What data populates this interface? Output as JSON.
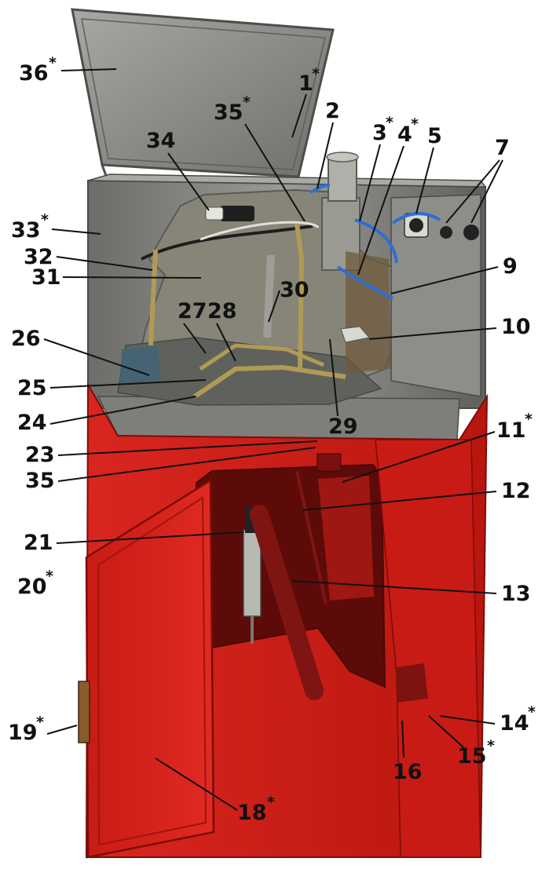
{
  "colors": {
    "cabinet_red": "#cf1f1a",
    "cabinet_dark_red": "#8e120f",
    "steel": "#8a8a86",
    "steel_dark": "#5e5f5c",
    "interior": "#86857d",
    "brass": "#b8a054",
    "blue_hose": "#2c6fd6",
    "label": "#111111"
  },
  "callouts": [
    {
      "num": "36",
      "star": "*"
    },
    {
      "num": "1",
      "star": "*"
    },
    {
      "num": "35",
      "star": "*"
    },
    {
      "num": "34",
      "star": ""
    },
    {
      "num": "2",
      "star": ""
    },
    {
      "num": "3",
      "star": "*"
    },
    {
      "num": "4",
      "star": "*"
    },
    {
      "num": "5",
      "star": ""
    },
    {
      "num": "7",
      "star": ""
    },
    {
      "num": "33",
      "star": "*"
    },
    {
      "num": "32",
      "star": ""
    },
    {
      "num": "9",
      "star": ""
    },
    {
      "num": "31",
      "star": ""
    },
    {
      "num": "30",
      "star": ""
    },
    {
      "num": "27",
      "star": ""
    },
    {
      "num": "28",
      "star": ""
    },
    {
      "num": "10",
      "star": ""
    },
    {
      "num": "26",
      "star": ""
    },
    {
      "num": "25",
      "star": ""
    },
    {
      "num": "24",
      "star": ""
    },
    {
      "num": "29",
      "star": ""
    },
    {
      "num": "11",
      "star": "*"
    },
    {
      "num": "23",
      "star": ""
    },
    {
      "num": "35",
      "star": ""
    },
    {
      "num": "12",
      "star": ""
    },
    {
      "num": "21",
      "star": ""
    },
    {
      "num": "20",
      "star": "*"
    },
    {
      "num": "13",
      "star": ""
    },
    {
      "num": "14",
      "star": "*"
    },
    {
      "num": "15",
      "star": "*"
    },
    {
      "num": "16",
      "star": ""
    },
    {
      "num": "19",
      "star": "*"
    },
    {
      "num": "18",
      "star": "*"
    }
  ]
}
